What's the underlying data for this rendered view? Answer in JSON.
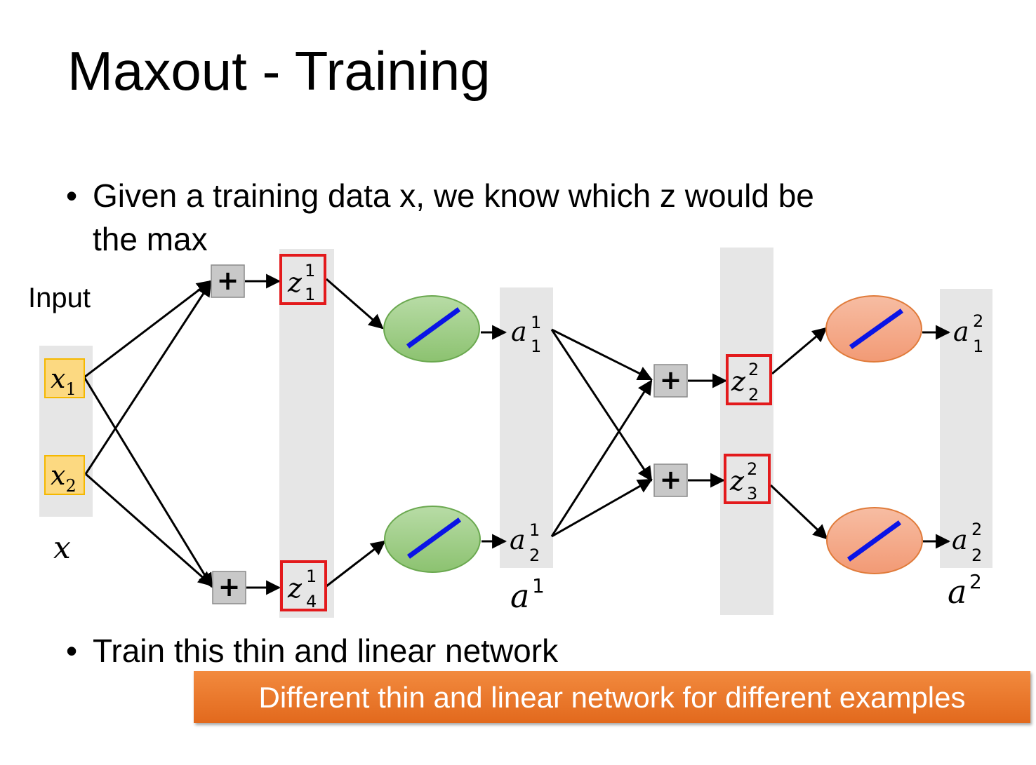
{
  "slide": {
    "title": "Maxout - Training",
    "bullets": [
      {
        "line1": "Given a training data x, we know which z would be",
        "line2": "the max"
      },
      {
        "line1": "Train this thin and linear network"
      }
    ],
    "input_label": "Input",
    "banner": "Different thin and linear network for different examples"
  },
  "diagram": {
    "inputs": [
      {
        "base": "x",
        "sub": "1"
      },
      {
        "base": "x",
        "sub": "2"
      }
    ],
    "input_vector_label": "x",
    "sum_symbol": "+",
    "layer1_z": [
      {
        "base": "z",
        "sup": "1",
        "sub": "1"
      },
      {
        "base": "z",
        "sup": "1",
        "sub": "4"
      }
    ],
    "layer1_a": [
      {
        "base": "a",
        "sup": "1",
        "sub": "1"
      },
      {
        "base": "a",
        "sup": "1",
        "sub": "2"
      }
    ],
    "layer1_label": {
      "base": "a",
      "sup": "1"
    },
    "layer2_z": [
      {
        "base": "z",
        "sup": "2",
        "sub": "2"
      },
      {
        "base": "z",
        "sup": "2",
        "sub": "3"
      }
    ],
    "layer2_a": [
      {
        "base": "a",
        "sup": "2",
        "sub": "1"
      },
      {
        "base": "a",
        "sup": "2",
        "sub": "2"
      }
    ],
    "layer2_label": {
      "base": "a",
      "sup": "2"
    },
    "colors": {
      "column_bg": "#e6e6e6",
      "input_fill": "#fcd981",
      "input_border": "#f5b800",
      "highlight_border": "#e31a1c",
      "green_node": "#9ccc84",
      "orange_node": "#f4a582",
      "linear_stroke": "#0a14e6"
    }
  }
}
